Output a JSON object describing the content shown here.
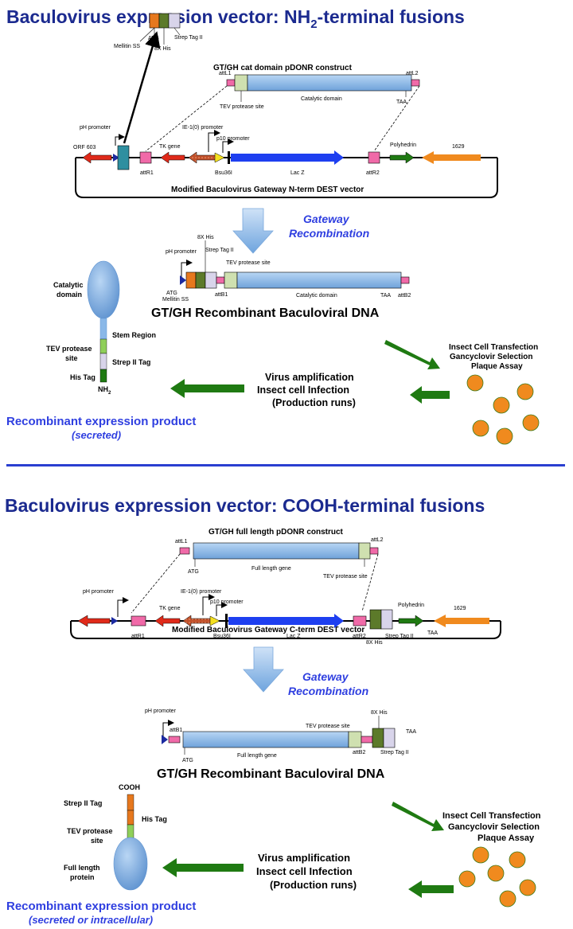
{
  "top": {
    "title_main": "Baculovirus expression vector: NH",
    "title_sub": "2",
    "title_end": "-terminal fusions",
    "tag_atg": "ATG",
    "tag_mellitin": "Mellitin SS",
    "tag_8xhis": "8X His",
    "tag_strep": "Strep Tag II",
    "pdonr_title": "GT/GH cat domain pDONR construct",
    "attL1": "attL1",
    "attL2": "attL2",
    "tev_site": "TEV protease site",
    "catalytic_domain": "Catalytic domain",
    "taa": "TAA",
    "ph_promoter": "pH promoter",
    "ie1_promoter": "IE-1(0) promoter",
    "p10_promoter": "p10 promoter",
    "orf603": "ORF 603",
    "tk_gene": "TK gene",
    "attR1": "attR1",
    "bsu36i": "Bsu36I",
    "lacz": "Lac Z",
    "attR2": "attR2",
    "polyhedrin": "Polyhedrin",
    "n1629": "1629",
    "dest_vector": "Modified Baculovirus Gateway N-term DEST vector",
    "gateway": "Gateway",
    "recombination": "Recombination",
    "rec_ph_promoter": "pH promoter",
    "rec_8xhis": "8X His",
    "rec_strep": "Strep Tag II",
    "rec_tev": "TEV protease site",
    "rec_atg": "ATG",
    "rec_mellitin": "Mellitin SS",
    "rec_attb1": "attB1",
    "rec_catalytic": "Catalytic domain",
    "rec_taa": "TAA",
    "rec_attb2": "attB2",
    "rec_title": "GT/GH Recombinant Baculoviral DNA",
    "prod_catalytic_1": "Catalytic",
    "prod_catalytic_2": "domain",
    "prod_stem": "Stem Region",
    "prod_tev_1": "TEV protease",
    "prod_tev_2": "site",
    "prod_strep": "Strep II Tag",
    "prod_his": "His Tag",
    "prod_nh": "NH",
    "prod_nh_sub": "2",
    "transfection_1": "Insect Cell Transfection",
    "transfection_2": "Gancyclovir Selection",
    "transfection_3": "Plaque Assay",
    "virus_1": "Virus amplification",
    "virus_2": "Insect cell Infection",
    "virus_3": "(Production runs)",
    "product_1": "Recombinant expression product",
    "product_2": "(secreted)"
  },
  "bottom": {
    "title": "Baculovirus expression vector: COOH-terminal fusions",
    "pdonr_title": "GT/GH full length pDONR construct",
    "attL1": "attL1",
    "attL2": "attL2",
    "atg": "ATG",
    "full_length_gene": "Full length gene",
    "tev_site": "TEV protease site",
    "ph_promoter": "pH promoter",
    "ie1_promoter": "IE-1(0) promoter",
    "p10_promoter": "p10 promoter",
    "tk_gene": "TK gene",
    "attR1": "attR1",
    "bsu36i": "Bsu36I",
    "lacz": "Lac Z",
    "attR2": "attR2",
    "his8x": "8X His",
    "strep": "Strep Tag II",
    "taa": "TAA",
    "polyhedrin": "Polyhedrin",
    "n1629": "1629",
    "dest_vector": "Modified Baculovirus Gateway C-term DEST vector",
    "gateway": "Gateway",
    "recombination": "Recombination",
    "rec_ph_promoter": "pH promoter",
    "rec_attb1": "attB1",
    "rec_atg": "ATG",
    "rec_full_length": "Full length gene",
    "rec_tev": "TEV protease site",
    "rec_attb2": "attB2",
    "rec_8xhis": "8X His",
    "rec_taa": "TAA",
    "rec_strep": "Strep Tag II",
    "rec_title": "GT/GH Recombinant Baculoviral DNA",
    "prod_cooh": "COOH",
    "prod_strep": "Strep II Tag",
    "prod_his": "His Tag",
    "prod_tev_1": "TEV protease",
    "prod_tev_2": "site",
    "prod_full_1": "Full length",
    "prod_full_2": "protein",
    "transfection_1": "Insect Cell Transfection",
    "transfection_2": "Gancyclovir Selection",
    "transfection_3": "Plaque Assay",
    "virus_1": "Virus amplification",
    "virus_2": "Insect cell Infection",
    "virus_3": "(Production runs)",
    "product_1": "Recombinant expression product",
    "product_2": "(secreted or intracellular)"
  },
  "colors": {
    "title": "#1b2a8f",
    "accent_blue": "#2f3fe0",
    "lacz_blue": "#1e3ff0",
    "gene_blue": "#8ab8e8",
    "red": "#e02a1a",
    "green": "#1f7a12",
    "orange": "#f08a1e",
    "pink": "#f06aa8",
    "teal": "#2f8fa0",
    "tag_orange": "#e6781e",
    "tag_green": "#5c7a2a",
    "tag_lavender": "#d8d4ea",
    "tev_green": "#cfe0b0",
    "divider": "#2a3fd0",
    "bead": "#f08a1e"
  }
}
